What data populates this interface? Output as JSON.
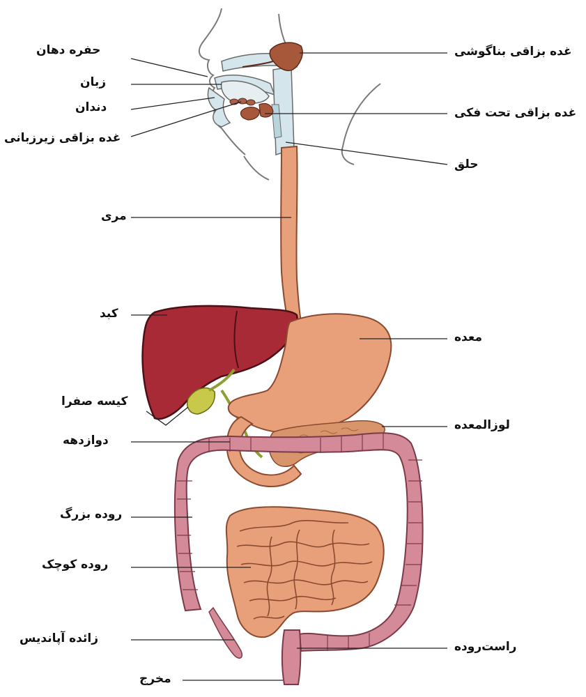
{
  "labels": {
    "mouth_cavity": "حفره دهان",
    "tongue": "زبان",
    "teeth": "دندان",
    "sublingual_gland": "غده بزاقی زیرزبانی",
    "esophagus": "مری",
    "liver": "کبد",
    "gallbladder": "کیسه صفرا",
    "duodenum": "دوازدهه",
    "large_intestine": "روده بزرگ",
    "small_intestine": "روده کوچک",
    "appendix": "زائده آپاندیس",
    "anus": "مخرج",
    "parotid_gland": "غده بزاقی بناگوشی",
    "submandibular_gland": "غده بزاقی تحت فکی",
    "pharynx": "حلق",
    "stomach": "معده",
    "pancreas": "لوزالمعده",
    "rectum": "راست‌روده"
  },
  "colors": {
    "gut": "#e8a07a",
    "gut_stroke": "#8a4a30",
    "colon": "#d48a98",
    "colon_stroke": "#7a3a48",
    "liver": "#a82a36",
    "liver_stroke": "#4a1016",
    "gallbladder": "#c8c84a",
    "gland": "#a8583a",
    "pancreas": "#d8946a",
    "airway": "#c8dfe6",
    "outline": "#6a6a6a",
    "leader": "#222222"
  }
}
